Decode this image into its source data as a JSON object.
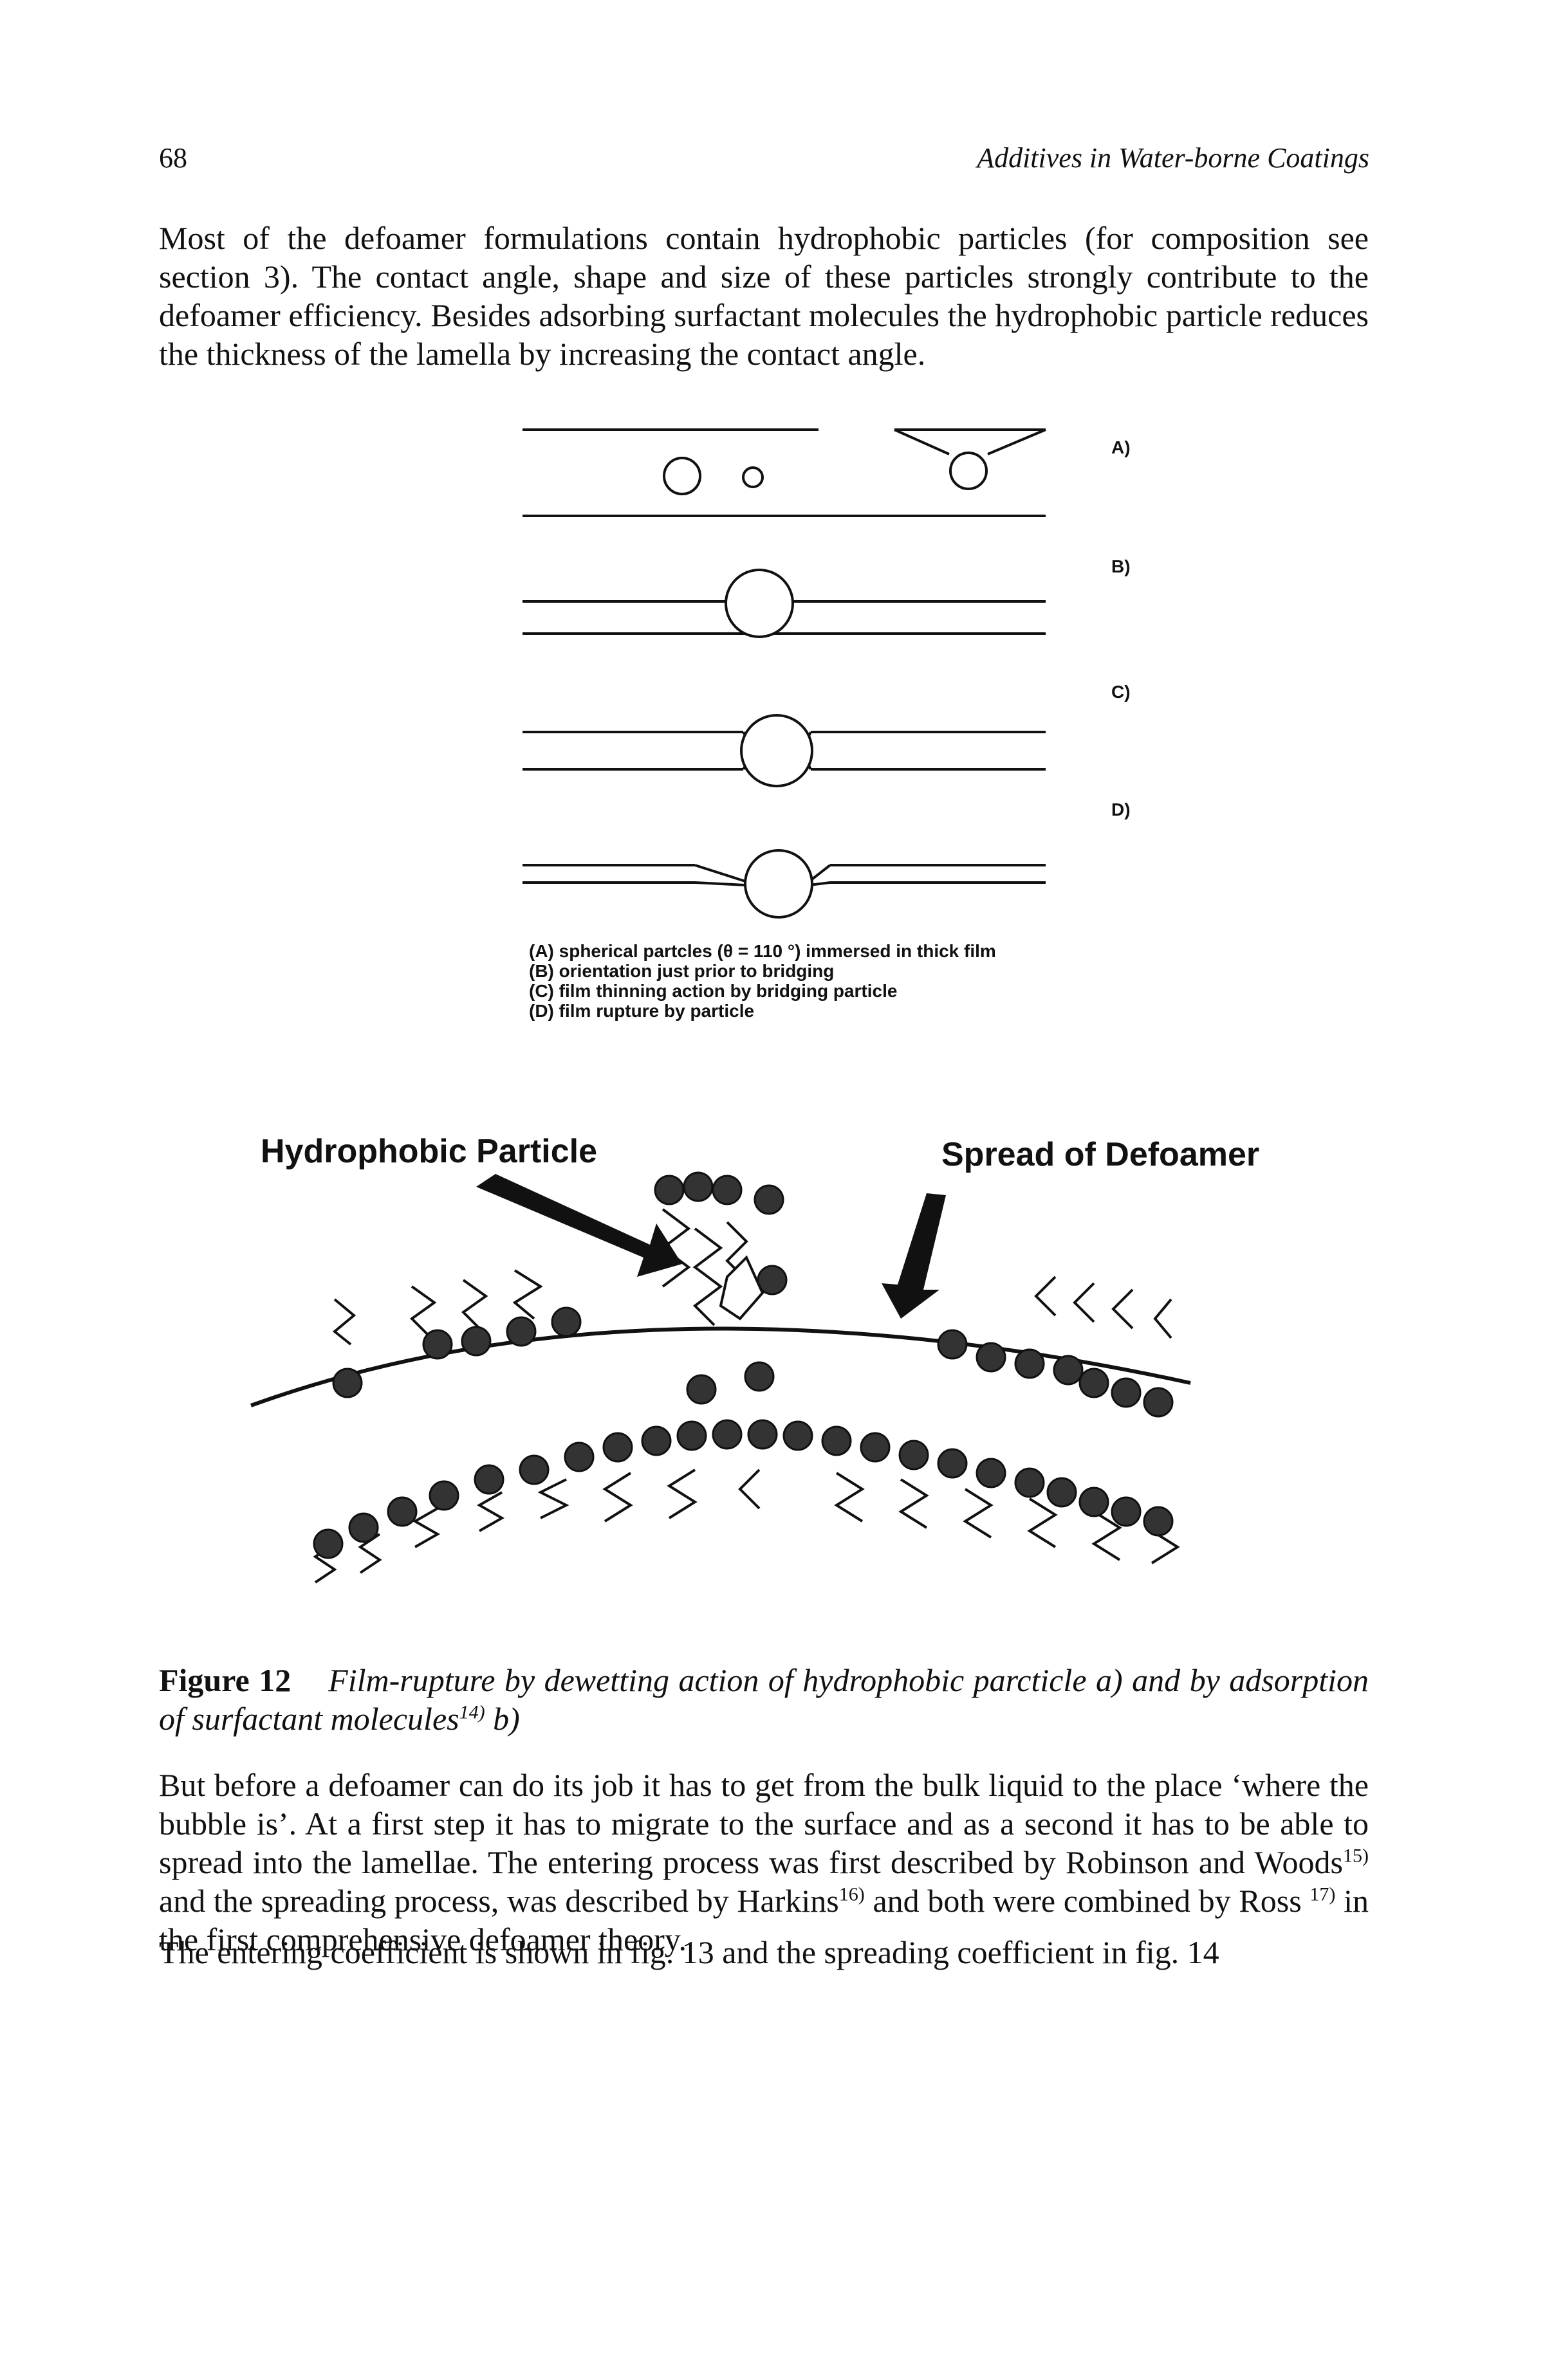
{
  "header": {
    "page_number": "68",
    "running_title": "Additives in Water-borne Coatings"
  },
  "paragraph_1": "Most of the defoamer formulations contain hydrophobic particles (for composition see section 3). The contact angle, shape and size of these particles strongly contribute to the defoamer efficiency. Besides adsorbing surfactant molecules the hydrophobic particle reduces the thickness of the lamella by increasing the contact angle.",
  "figure": {
    "panel_a": {
      "row_labels": [
        "A)",
        "B)",
        "C)",
        "D)"
      ],
      "legend": [
        "(A)  spherical partcles (θ = 110 °) immersed in thick film",
        "(B)  orientation just prior to bridging",
        "(C)  film thinning action by bridging particle",
        "(D)  film rupture by particle"
      ]
    },
    "panel_b": {
      "label_left": "Hydrophobic Particle",
      "label_right": "Spread of Defoamer"
    },
    "caption": {
      "label": "Figure 12",
      "text_before_ref": "Film-rupture by dewetting action of hydrophobic parcticle a) and by adsorption of surfactant molecules",
      "ref": "14)",
      "text_after_ref": " b)"
    }
  },
  "paragraph_2": {
    "t1": "But before a defoamer can do its job it has to get from the bulk liquid to the place ‘where the bubble is’. At a first step it has to migrate to the surface and as a second it has to be able to spread into the lamellae. The entering process was first described by Robinson and Woods",
    "r1": "15)",
    "t2": " and the spreading process, was described by Harkins",
    "r2": "16)",
    "t3": " and both were combined by Ross ",
    "r3": "17)",
    "t4": " in the first comprehensive defoamer theory."
  },
  "paragraph_3": "The entering coefficient is shown in fig. 13 and the spreading coefficient in fig. 14"
}
